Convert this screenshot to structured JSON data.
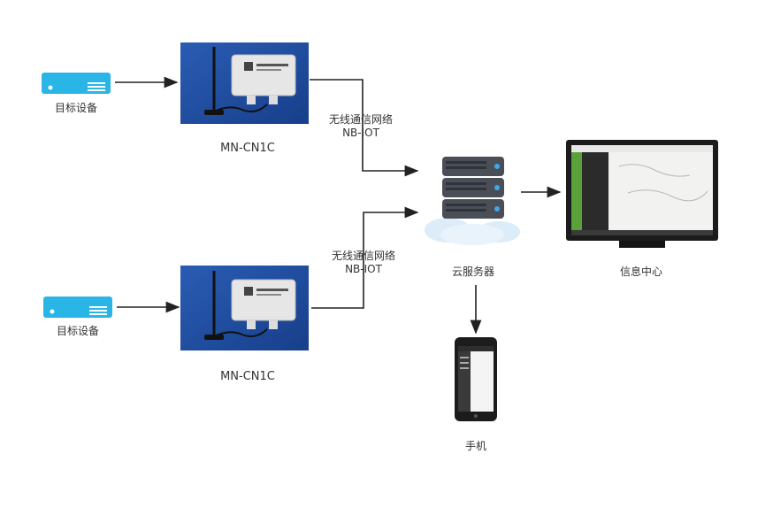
{
  "target_device_label": "目标设备",
  "module_label": "MN-CN1C",
  "link_label": "无线通信网络",
  "link_protocol": "NB-IOT",
  "server_label": "云服务器",
  "info_center_label": "信息中心",
  "phone_label": "手机",
  "colors": {
    "device": "#29b6e6",
    "line": "#222222",
    "module_bg": "#1f4fa3",
    "server": "#4a4f57"
  }
}
